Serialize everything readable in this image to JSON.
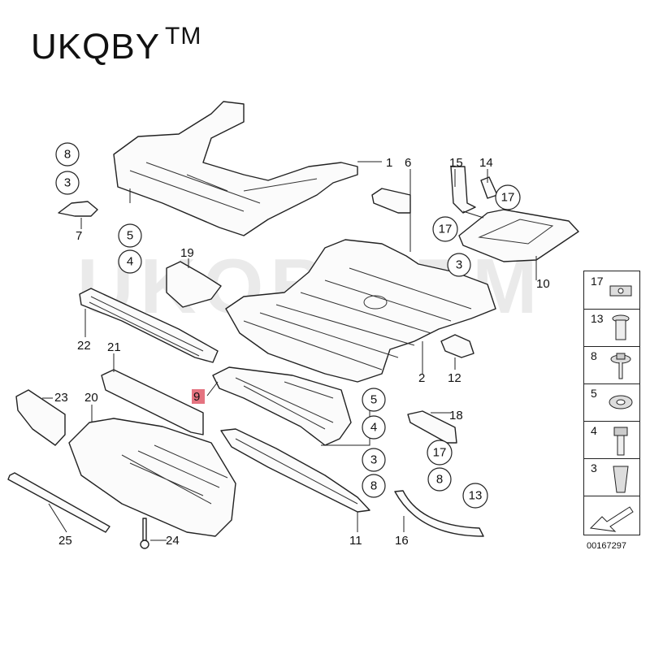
{
  "brand": {
    "name": "UKQBY",
    "tm": "TM"
  },
  "watermark": "UKQBY TM",
  "callouts": {
    "c1": "1",
    "c2": "2",
    "c3": "3",
    "c4": "4",
    "c5": "5",
    "c6": "6",
    "c7": "7",
    "c8": "8",
    "c9": "9",
    "c10": "10",
    "c11": "11",
    "c12": "12",
    "c13": "13",
    "c14": "14",
    "c15": "15",
    "c16": "16",
    "c17": "17",
    "c18": "18",
    "c19": "19",
    "c20": "20",
    "c21": "21",
    "c22": "22",
    "c23": "23",
    "c24": "24",
    "c25": "25"
  },
  "legend": {
    "rows": [
      "17",
      "13",
      "8",
      "5",
      "4",
      "3"
    ]
  },
  "doc_number": "00167297",
  "highlight_color": "#e05a6a"
}
